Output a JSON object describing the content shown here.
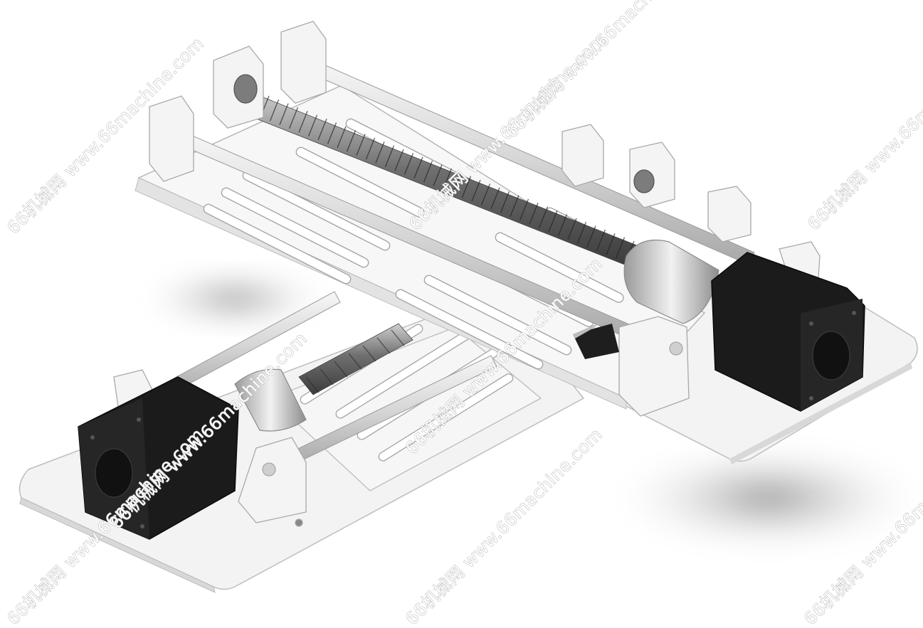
{
  "scene": {
    "subject": "XY linear stage with ball screws, guide rods and stepper motors",
    "colors": {
      "background": "#ffffff",
      "plate": "#f4f4f4",
      "plate_edge": "#cfcfcf",
      "motor": "#1b1b1b",
      "motor_face": "#2a2a2a",
      "screw": "#8a8a8a",
      "rod": "#e2e2e2",
      "shadow": "#9a9a9a"
    }
  },
  "watermark": {
    "text": "66机械网 www.66machine.com",
    "copies": [
      "66机械网 www.66machine.com",
      "66机械网 www.66machine.com",
      "66机械网 www.66machine.com",
      "66机械网 www.66machine.com",
      "66机械网 www.66machine.com",
      "66机械网 www.66machine.com",
      "66机械网 www.66machine.com",
      "66机械网 www.66machine.com",
      "66机械网 www.66machine.com"
    ]
  }
}
